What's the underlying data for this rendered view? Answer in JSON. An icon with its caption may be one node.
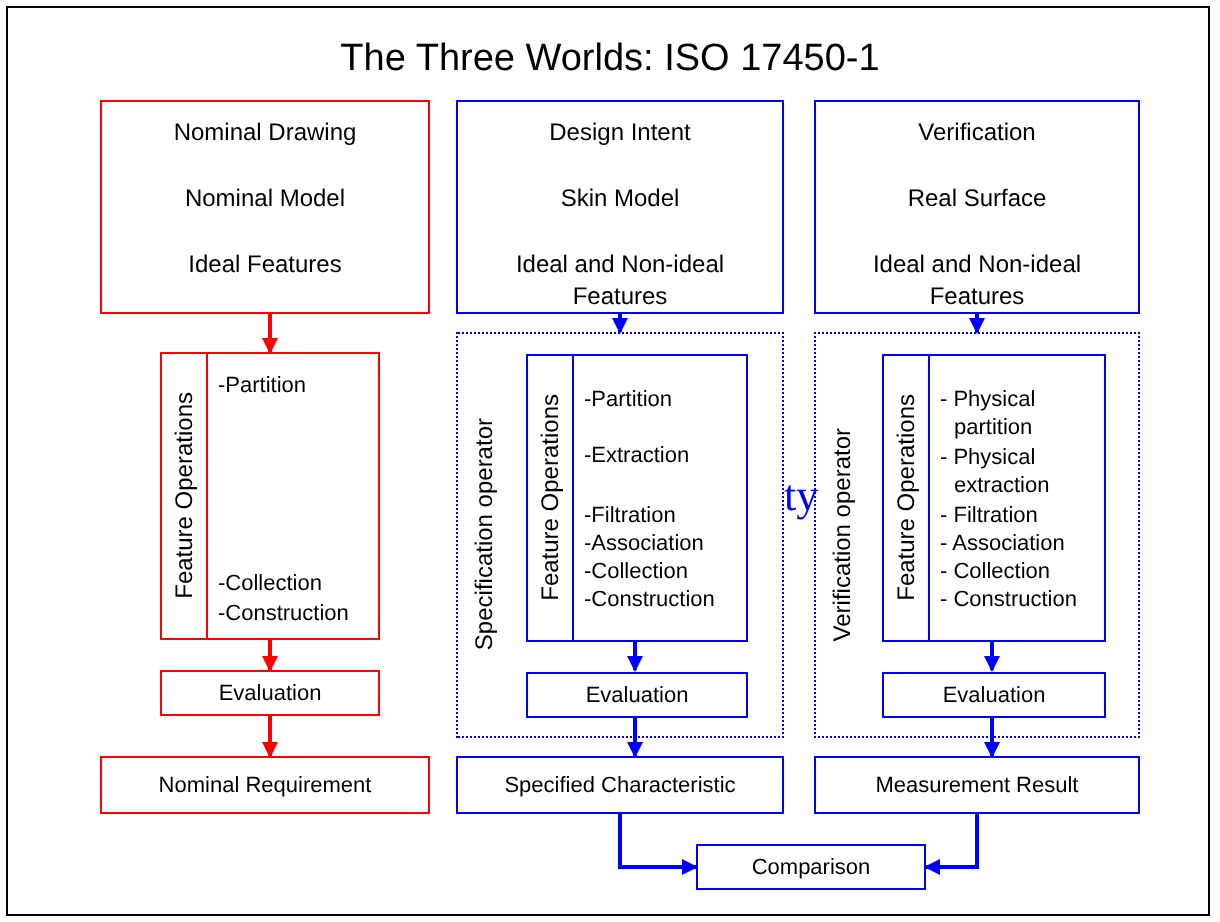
{
  "diagram": {
    "title": "The Three Worlds: ISO 17450-1",
    "nodes": [
      {
        "text": [
          "Nominal Drawing",
          "Nominal Model",
          "Ideal Features"
        ]
      },
      {
        "text": [
          "Feature Operations",
          "-Partition",
          "-Collection",
          "-Construction"
        ]
      },
      {
        "text": [
          "Evaluation"
        ]
      },
      {
        "text": [
          "Nominal Requirement"
        ]
      },
      {
        "text": [
          "Design Intent",
          "Skin Model",
          "Ideal and Non-ideal Features"
        ]
      },
      {
        "text": [
          "Specification operator"
        ]
      },
      {
        "text": [
          "Feature Operations",
          "-Partition",
          "-Extraction",
          "-Filtration",
          "-Association",
          "-Collection",
          "-Construction"
        ],
        "in": 5
      },
      {
        "text": [
          "Evaluation"
        ],
        "in": 5
      },
      {
        "text": [
          "Specified Characteristic"
        ]
      },
      {
        "text": [
          "Verification",
          "Real Surface",
          "Ideal and Non-ideal Features"
        ]
      },
      {
        "text": [
          "Verification operator"
        ]
      },
      {
        "text": [
          "Feature Operations",
          "- Physical partition",
          "- Physical extraction",
          "- Filtration",
          "- Association",
          "- Collection",
          "- Construction"
        ],
        "in": 10
      },
      {
        "text": [
          "Evaluation"
        ],
        "in": 10
      },
      {
        "text": [
          "Measurement Result"
        ]
      },
      {
        "text": [
          "Comparison"
        ]
      }
    ],
    "edges": [
      {
        "from": 0,
        "to": 1,
        "arrow": "to",
        "color": "#ff0000"
      },
      {
        "from": 1,
        "to": 2,
        "arrow": "to",
        "color": "#ff0000"
      },
      {
        "from": 2,
        "to": 3,
        "arrow": "to",
        "color": "#ff0000"
      },
      {
        "from": 4,
        "to": 5,
        "arrow": "to"
      },
      {
        "from": 6,
        "to": 7,
        "arrow": "to"
      },
      {
        "from": 7,
        "to": 8,
        "arrow": "to"
      },
      {
        "from": 8,
        "to": 14,
        "arrow": "to"
      },
      {
        "from": 9,
        "to": 10,
        "arrow": "to"
      },
      {
        "from": 11,
        "to": 12,
        "arrow": "to"
      },
      {
        "from": 12,
        "to": 13,
        "arrow": "to"
      },
      {
        "from": 13,
        "to": 14,
        "arrow": "to"
      }
    ],
    "labels": [
      "ty"
    ]
  }
}
